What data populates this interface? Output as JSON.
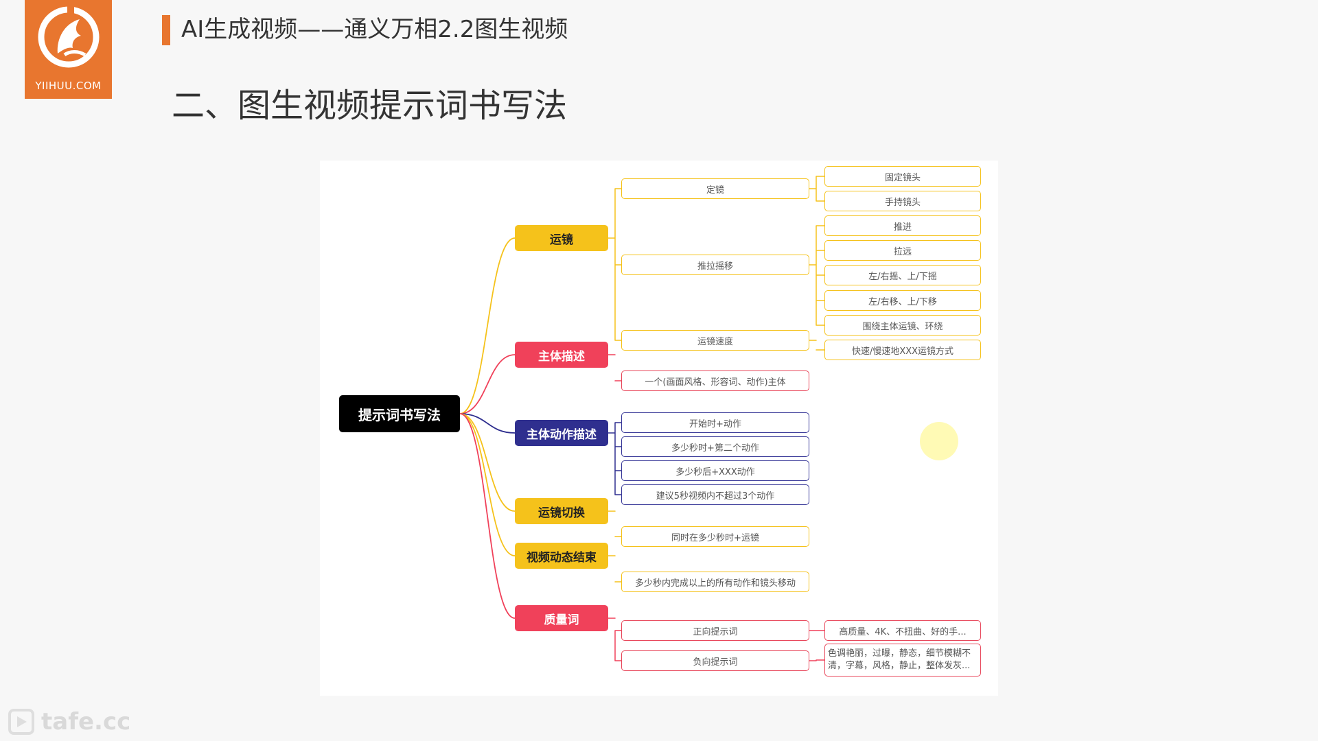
{
  "logo": {
    "text": "YIIHUU.COM",
    "icon": "fox-logo-icon"
  },
  "header": {
    "title": "AI生成视频——通义万相2.2图生视频"
  },
  "section": {
    "title": "二、图生视频提示词书写法"
  },
  "watermark": {
    "text": "tafe.cc",
    "icon": "play-square-icon"
  },
  "colors": {
    "accent": "#e8762f",
    "yellow": "#f5c21b",
    "red": "#f0415a",
    "blue": "#2f2f8f",
    "root": "#000000"
  },
  "mindmap": {
    "root": "提示词书写法",
    "branches": [
      {
        "label": "运镜",
        "color": "yellow",
        "children": [
          {
            "label": "定镜",
            "children": [
              "固定镜头",
              "手持镜头"
            ]
          },
          {
            "label": "推拉摇移",
            "children": [
              "推进",
              "拉远",
              "左/右摇、上/下摇",
              "左/右移、上/下移",
              "围绕主体运镜、环绕"
            ]
          },
          {
            "label": "运镜速度",
            "children": [
              "快速/慢速地XXX运镜方式"
            ]
          }
        ]
      },
      {
        "label": "主体描述",
        "color": "red",
        "children": [
          {
            "label": "一个(画面风格、形容词、动作)主体",
            "children": []
          }
        ]
      },
      {
        "label": "主体动作描述",
        "color": "blue",
        "children": [
          {
            "label": "开始时+动作",
            "children": []
          },
          {
            "label": "多少秒时+第二个动作",
            "children": []
          },
          {
            "label": "多少秒后+XXX动作",
            "children": []
          },
          {
            "label": "建议5秒视频内不超过3个动作",
            "children": []
          }
        ]
      },
      {
        "label": "运镜切换",
        "color": "yellow",
        "children": [
          {
            "label": "同时在多少秒时+运镜",
            "children": []
          }
        ]
      },
      {
        "label": "视频动态结束",
        "color": "yellow",
        "children": [
          {
            "label": "多少秒内完成以上的所有动作和镜头移动",
            "children": []
          }
        ]
      },
      {
        "label": "质量词",
        "color": "red",
        "children": [
          {
            "label": "正向提示词",
            "children": [
              "高质量、4K、不扭曲、好的手..."
            ]
          },
          {
            "label": "负向提示词",
            "children": [
              "色调艳丽，过曝，静态，细节模糊不清，字幕，风格，静止，整体发灰..."
            ]
          }
        ]
      }
    ]
  }
}
